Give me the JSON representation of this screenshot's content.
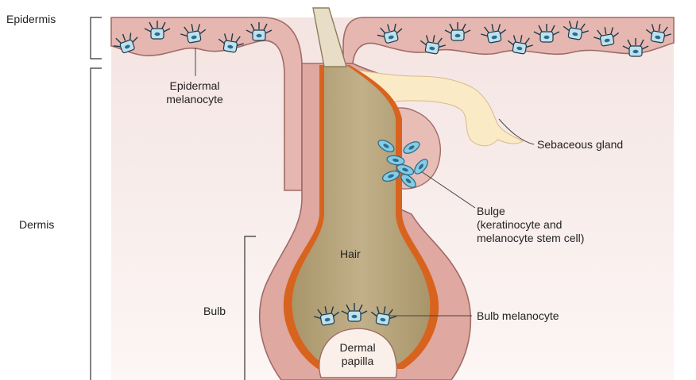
{
  "diagram": {
    "labels": {
      "epidermis": "Epidermis",
      "dermis": "Dermis",
      "bulb": "Bulb",
      "epidermal_melanocyte_1": "Epidermal",
      "epidermal_melanocyte_2": "melanocyte",
      "sebaceous_gland": "Sebaceous gland",
      "bulge_1": "Bulge",
      "bulge_2": "(keratinocyte and",
      "bulge_3": "melanocyte stem cell)",
      "hair": "Hair",
      "bulb_melanocyte": "Bulb melanocyte",
      "dermal_papilla_1": "Dermal",
      "dermal_papilla_2": "papilla"
    },
    "colors": {
      "dermis_top": "#f6e9e7",
      "dermis_bottom": "#fbf3f2",
      "epidermis_fill": "#e6b6b0",
      "sheath_fill": "#dfa8a0",
      "outline": "#a06b66",
      "hair_fill": "#b8a67e",
      "hair_dark": "#8d7d58",
      "orange_layer": "#d8631e",
      "sebaceous_fill": "#fbeac6",
      "stem_cell": "#86cbe3",
      "stem_cell_outline": "#2b6f8f",
      "papilla_fill": "#fbefe9"
    }
  }
}
